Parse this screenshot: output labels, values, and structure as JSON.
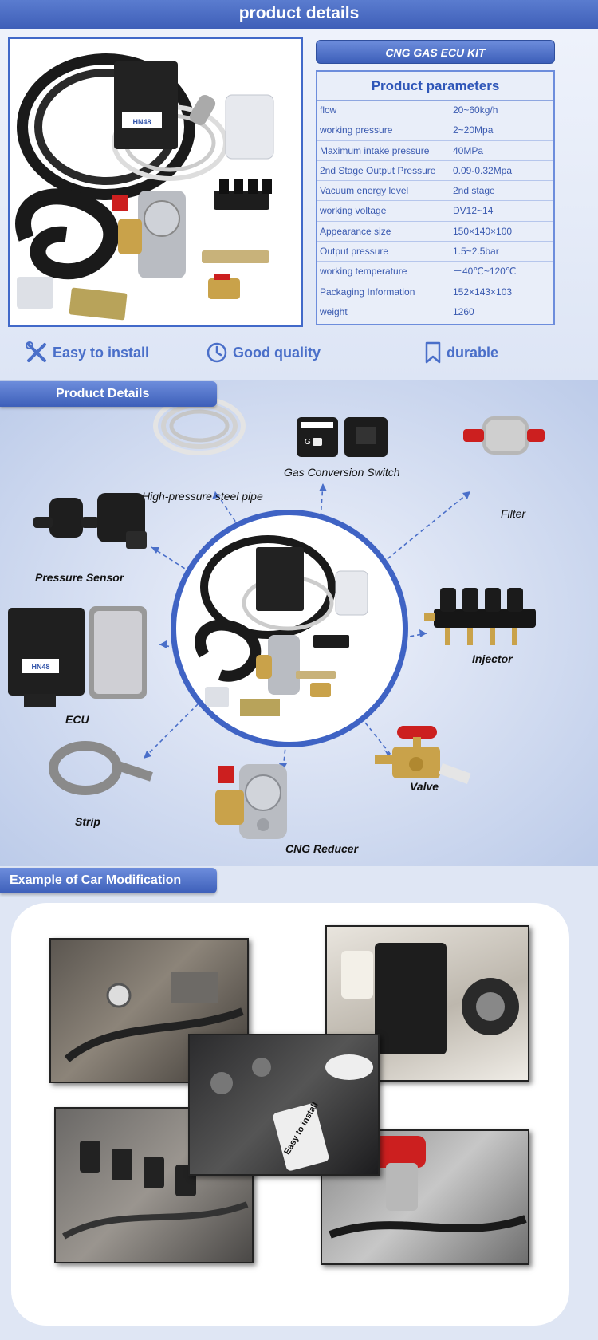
{
  "banner": {
    "title": "product details"
  },
  "kit": {
    "title": "CNG GAS ECU KIT",
    "ecu_label": "HN48",
    "params_title": "Product parameters",
    "params": [
      {
        "key": "flow",
        "value": "20~60kg/h"
      },
      {
        "key": "working pressure",
        "value": "2~20Mpa"
      },
      {
        "key": "Maximum intake pressure",
        "value": "40MPa"
      },
      {
        "key": "2nd Stage Output Pressure",
        "value": "0.09-0.32Mpa"
      },
      {
        "key": "Vacuum energy level",
        "value": "2nd stage"
      },
      {
        "key": "working voltage",
        "value": "DV12~14"
      },
      {
        "key": "Appearance size",
        "value": "150×140×100"
      },
      {
        "key": "Output pressure",
        "value": "1.5~2.5bar"
      },
      {
        "key": "working temperature",
        "value": "－40℃~120℃"
      },
      {
        "key": "Packaging Information",
        "value": "152×143×103"
      },
      {
        "key": "weight",
        "value": "1260"
      }
    ]
  },
  "features": [
    {
      "label": "Easy to install",
      "icon": "tools-icon"
    },
    {
      "label": "Good quality",
      "icon": "clock-icon"
    },
    {
      "label": "durable",
      "icon": "bookmark-icon"
    }
  ],
  "details": {
    "title": "Product Details",
    "parts": {
      "pipe": "High-pressure steel pipe",
      "switch": "Gas Conversion Switch",
      "filter": "Filter",
      "sensor": "Pressure Sensor",
      "injector": "Injector",
      "ecu": "ECU",
      "valve": "Valve",
      "strip": "Strip",
      "reducer": "CNG Reducer"
    },
    "ecu_label": "HN48"
  },
  "example": {
    "title": "Example of Car Modification",
    "photo_caption": "Easy to install"
  },
  "colors": {
    "accent": "#3f63c4",
    "banner": "#4a6cc4",
    "label_text": "#3a5ab0"
  }
}
